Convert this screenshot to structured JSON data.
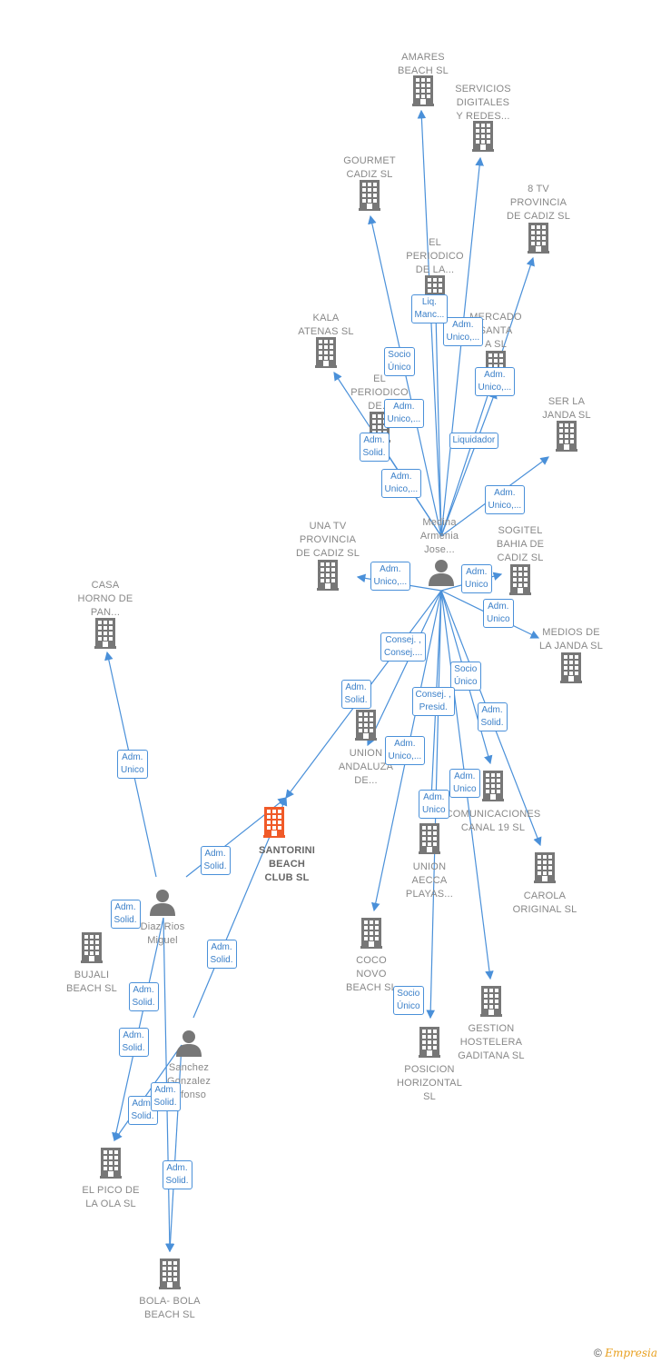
{
  "nodes": [
    {
      "id": "amares",
      "label": "AMARES\nBEACH  SL",
      "type": "company"
    },
    {
      "id": "servicios",
      "label": "SERVICIOS\nDIGITALES\nY REDES...",
      "type": "company"
    },
    {
      "id": "gourmet",
      "label": "GOURMET\nCADIZ  SL",
      "type": "company"
    },
    {
      "id": "8tv",
      "label": "8 TV\nPROVINCIA\nDE CADIZ  SL",
      "type": "company"
    },
    {
      "id": "periodico1",
      "label": "EL\nPERIODICO\nDE LA...",
      "type": "company"
    },
    {
      "id": "mercado",
      "label": "MERCADO\nSANTA\nA  SL",
      "type": "company"
    },
    {
      "id": "kala",
      "label": "KALA\nATENAS  SL",
      "type": "company"
    },
    {
      "id": "periodico2",
      "label": "EL\nPERIODICO\nDE...",
      "type": "company"
    },
    {
      "id": "serlajanda",
      "label": "SER LA\nJANDA  SL",
      "type": "company"
    },
    {
      "id": "medina",
      "label": "Medina\nArmenia\nJose...",
      "type": "person"
    },
    {
      "id": "unatv",
      "label": "UNA TV\nPROVINCIA\nDE CADIZ SL",
      "type": "company"
    },
    {
      "id": "sogitel",
      "label": "SOGITEL\nBAHIA DE\nCADIZ SL",
      "type": "company"
    },
    {
      "id": "casahorno",
      "label": "CASA\nHORNO DE\nPAN...",
      "type": "company"
    },
    {
      "id": "medios",
      "label": "MEDIOS DE\nLA JANDA SL",
      "type": "company"
    },
    {
      "id": "unionandaluza",
      "label": "UNION\nANDALUZA\nDE...",
      "type": "company"
    },
    {
      "id": "comunicaciones",
      "label": "COMUNICACIONES\nCANAL 19  SL",
      "type": "company"
    },
    {
      "id": "santorini",
      "label": "SANTORINI\nBEACH\nCLUB  SL",
      "type": "main"
    },
    {
      "id": "unionaecca",
      "label": "UNION\nAECCA\nPLAYAS...",
      "type": "company"
    },
    {
      "id": "carola",
      "label": "CAROLA\nORIGINAL  SL",
      "type": "company"
    },
    {
      "id": "diazrios",
      "label": "Diaz Rios\nMiguel",
      "type": "person"
    },
    {
      "id": "coco",
      "label": "COCO\nNOVO\nBEACH  SL",
      "type": "company"
    },
    {
      "id": "bujali",
      "label": "BUJALI\nBEACH  SL",
      "type": "company"
    },
    {
      "id": "gestion",
      "label": "GESTION\nHOSTELERA\nGADITANA  SL",
      "type": "company"
    },
    {
      "id": "sanchez",
      "label": "Sanchez\nGonzalez\nAlfonso",
      "type": "person"
    },
    {
      "id": "posicion",
      "label": "POSICION\nHORIZONTAL\nSL",
      "type": "company"
    },
    {
      "id": "elpico",
      "label": "EL PICO DE\nLA OLA  SL",
      "type": "company"
    },
    {
      "id": "bolabola",
      "label": "BOLA- BOLA\nBEACH  SL",
      "type": "company"
    }
  ],
  "edges": [
    {
      "from": "medina",
      "to": "amares",
      "label": ""
    },
    {
      "from": "medina",
      "to": "servicios",
      "label": "Adm.\nUnico,..."
    },
    {
      "from": "medina",
      "to": "gourmet",
      "label": "Socio\nÚnico"
    },
    {
      "from": "medina",
      "to": "8tv",
      "label": "Adm.\nUnico,..."
    },
    {
      "from": "medina",
      "to": "periodico1",
      "label": "Liq.\nManc..."
    },
    {
      "from": "medina",
      "to": "mercado",
      "label": "Liquidador"
    },
    {
      "from": "medina",
      "to": "kala",
      "label": "Adm.\nSolid."
    },
    {
      "from": "medina",
      "to": "periodico2",
      "label": "Adm.\nUnico,..."
    },
    {
      "from": "medina",
      "to": "serlajanda",
      "label": "Adm.\nUnico,..."
    },
    {
      "from": "medina",
      "to": "unatv",
      "label": "Adm.\nUnico,..."
    },
    {
      "from": "medina",
      "to": "sogitel",
      "label": "Adm.\nUnico"
    },
    {
      "from": "medina",
      "to": "medios",
      "label": "Adm.\nUnico"
    },
    {
      "from": "medina",
      "to": "santorini",
      "label": "Adm.\nSolid."
    },
    {
      "from": "medina",
      "to": "unionandaluza",
      "label": "Consej. ,\nConsej...."
    },
    {
      "from": "medina",
      "to": "comunicaciones",
      "label": "Socio\nÚnico"
    },
    {
      "from": "medina",
      "to": "unionaecca",
      "label": "Consej. ,\nPresid."
    },
    {
      "from": "medina",
      "to": "carola",
      "label": "Adm.\nSolid."
    },
    {
      "from": "medina",
      "to": "coco",
      "label": "Adm.\nUnico,..."
    },
    {
      "from": "medina",
      "to": "gestion",
      "label": "Adm.\nUnico"
    },
    {
      "from": "medina",
      "to": "posicion",
      "label": "Socio\nÚnico"
    },
    {
      "from": "diazrios",
      "to": "casahorno",
      "label": "Adm.\nUnico"
    },
    {
      "from": "diazrios",
      "to": "santorini",
      "label": "Adm.\nSolid."
    },
    {
      "from": "diazrios",
      "to": "elpico",
      "label": "Adm.\nSolid."
    },
    {
      "from": "diazrios",
      "to": "bolabola",
      "label": "Adm.\nSolid."
    },
    {
      "from": "sanchez",
      "to": "santorini",
      "label": "Adm.\nSolid."
    },
    {
      "from": "sanchez",
      "to": "elpico",
      "label": "Adm.\nSolid."
    },
    {
      "from": "sanchez",
      "to": "bolabola",
      "label": "Adm.\nSolid."
    }
  ],
  "extra_labels": [
    {
      "text": "Adm.\nSolid."
    },
    {
      "text": "Adm.\nSolid."
    },
    {
      "text": "Adm.\nUnico,..."
    },
    {
      "text": "Adm.\nUnico"
    }
  ],
  "colors": {
    "edge": "#4a90d9",
    "company_icon": "#777777",
    "main_icon": "#f05a28",
    "person_icon": "#777777"
  },
  "icons": {
    "company": "building-icon",
    "person": "person-icon"
  },
  "footer": {
    "symbol": "©",
    "brand": "Empresia"
  }
}
